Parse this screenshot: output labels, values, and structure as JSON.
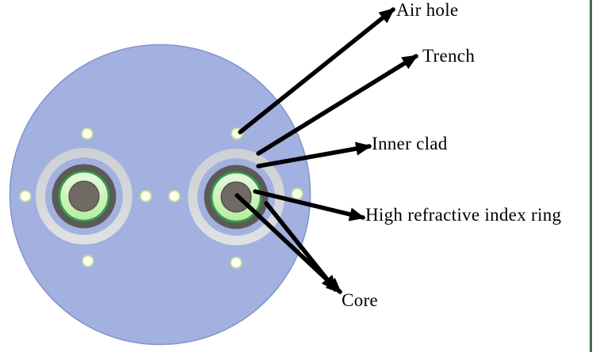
{
  "annotations": {
    "air_hole": "Air hole",
    "trench": "Trench",
    "inner_clad": "Inner clad",
    "high_index_ring": "High refractive index ring",
    "core": "Core"
  },
  "colors": {
    "background": "#ffffff",
    "cladding": "#a3b1e1",
    "cladding_border": "#8595cd",
    "inner_clad_ring": "#d3d5d8",
    "trench_dark": "#5c5a56",
    "ring_border": "#2aa24b",
    "ring_fill_light": "#eaf9e0",
    "ring_fill_dark": "#b5ec9e",
    "core_fill": "#6f6a64",
    "core_border": "#4f4a3c",
    "air_hole_fill": "#fcfff1",
    "air_hole_border": "#c2e098",
    "arrow": "#000000",
    "frame_line": "#46684a"
  }
}
